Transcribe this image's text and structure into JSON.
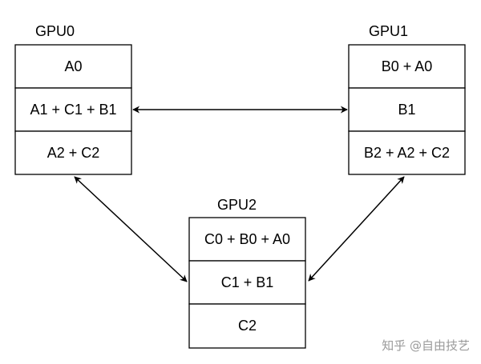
{
  "gpus": [
    {
      "name": "GPU0",
      "cells": [
        "A0",
        "A1 + C1 + B1",
        "A2 + C2"
      ]
    },
    {
      "name": "GPU1",
      "cells": [
        "B0 + A0",
        "B1",
        "B2 + A2 + C2"
      ]
    },
    {
      "name": "GPU2",
      "cells": [
        "C0 + B0 + A0",
        "C1 + B1",
        "C2"
      ]
    }
  ],
  "watermark": "知乎 @自由技艺"
}
